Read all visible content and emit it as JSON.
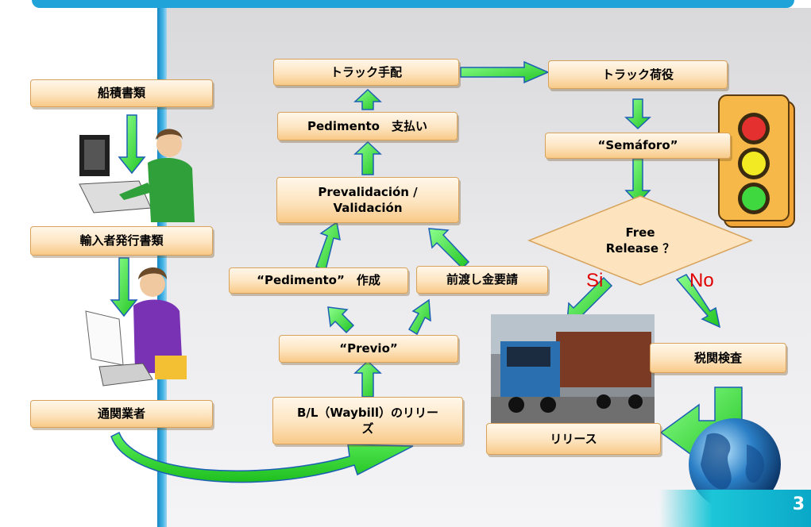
{
  "diagram": {
    "nodes": {
      "shipping_docs": "船積書類",
      "importer_docs": "輸入者発行書類",
      "customs_broker": "通関業者",
      "bl_release": [
        "B/L（Waybill）のリリー",
        "ズ"
      ],
      "previo": "“Previo”",
      "pedimento_create": "“Pedimento”　作成",
      "advance_payment": "前渡し金要請",
      "prevalidation": [
        "Prevalidación /",
        "Validación"
      ],
      "pedimento_pay": "Pedimento　支払い",
      "truck_arrange": "トラック手配",
      "truck_loading": "トラック荷役",
      "semaforo": "“Semáforo”",
      "free_release": [
        "Free",
        "Release ？"
      ],
      "customs_inspection": "税関検査",
      "release": "リリース"
    },
    "branch_labels": {
      "yes": "Si",
      "no": "No"
    },
    "colors": {
      "arrow_green": "#2fe02f",
      "box_fill": "#fde4bf",
      "label_red": "#e00000",
      "accent_blue": "#1fa3d8"
    },
    "icons": [
      "woman-computer-icon",
      "woman-reading-icon",
      "container-truck-icon",
      "traffic-light-icon",
      "globe-icon"
    ]
  },
  "page": {
    "number": "3"
  }
}
